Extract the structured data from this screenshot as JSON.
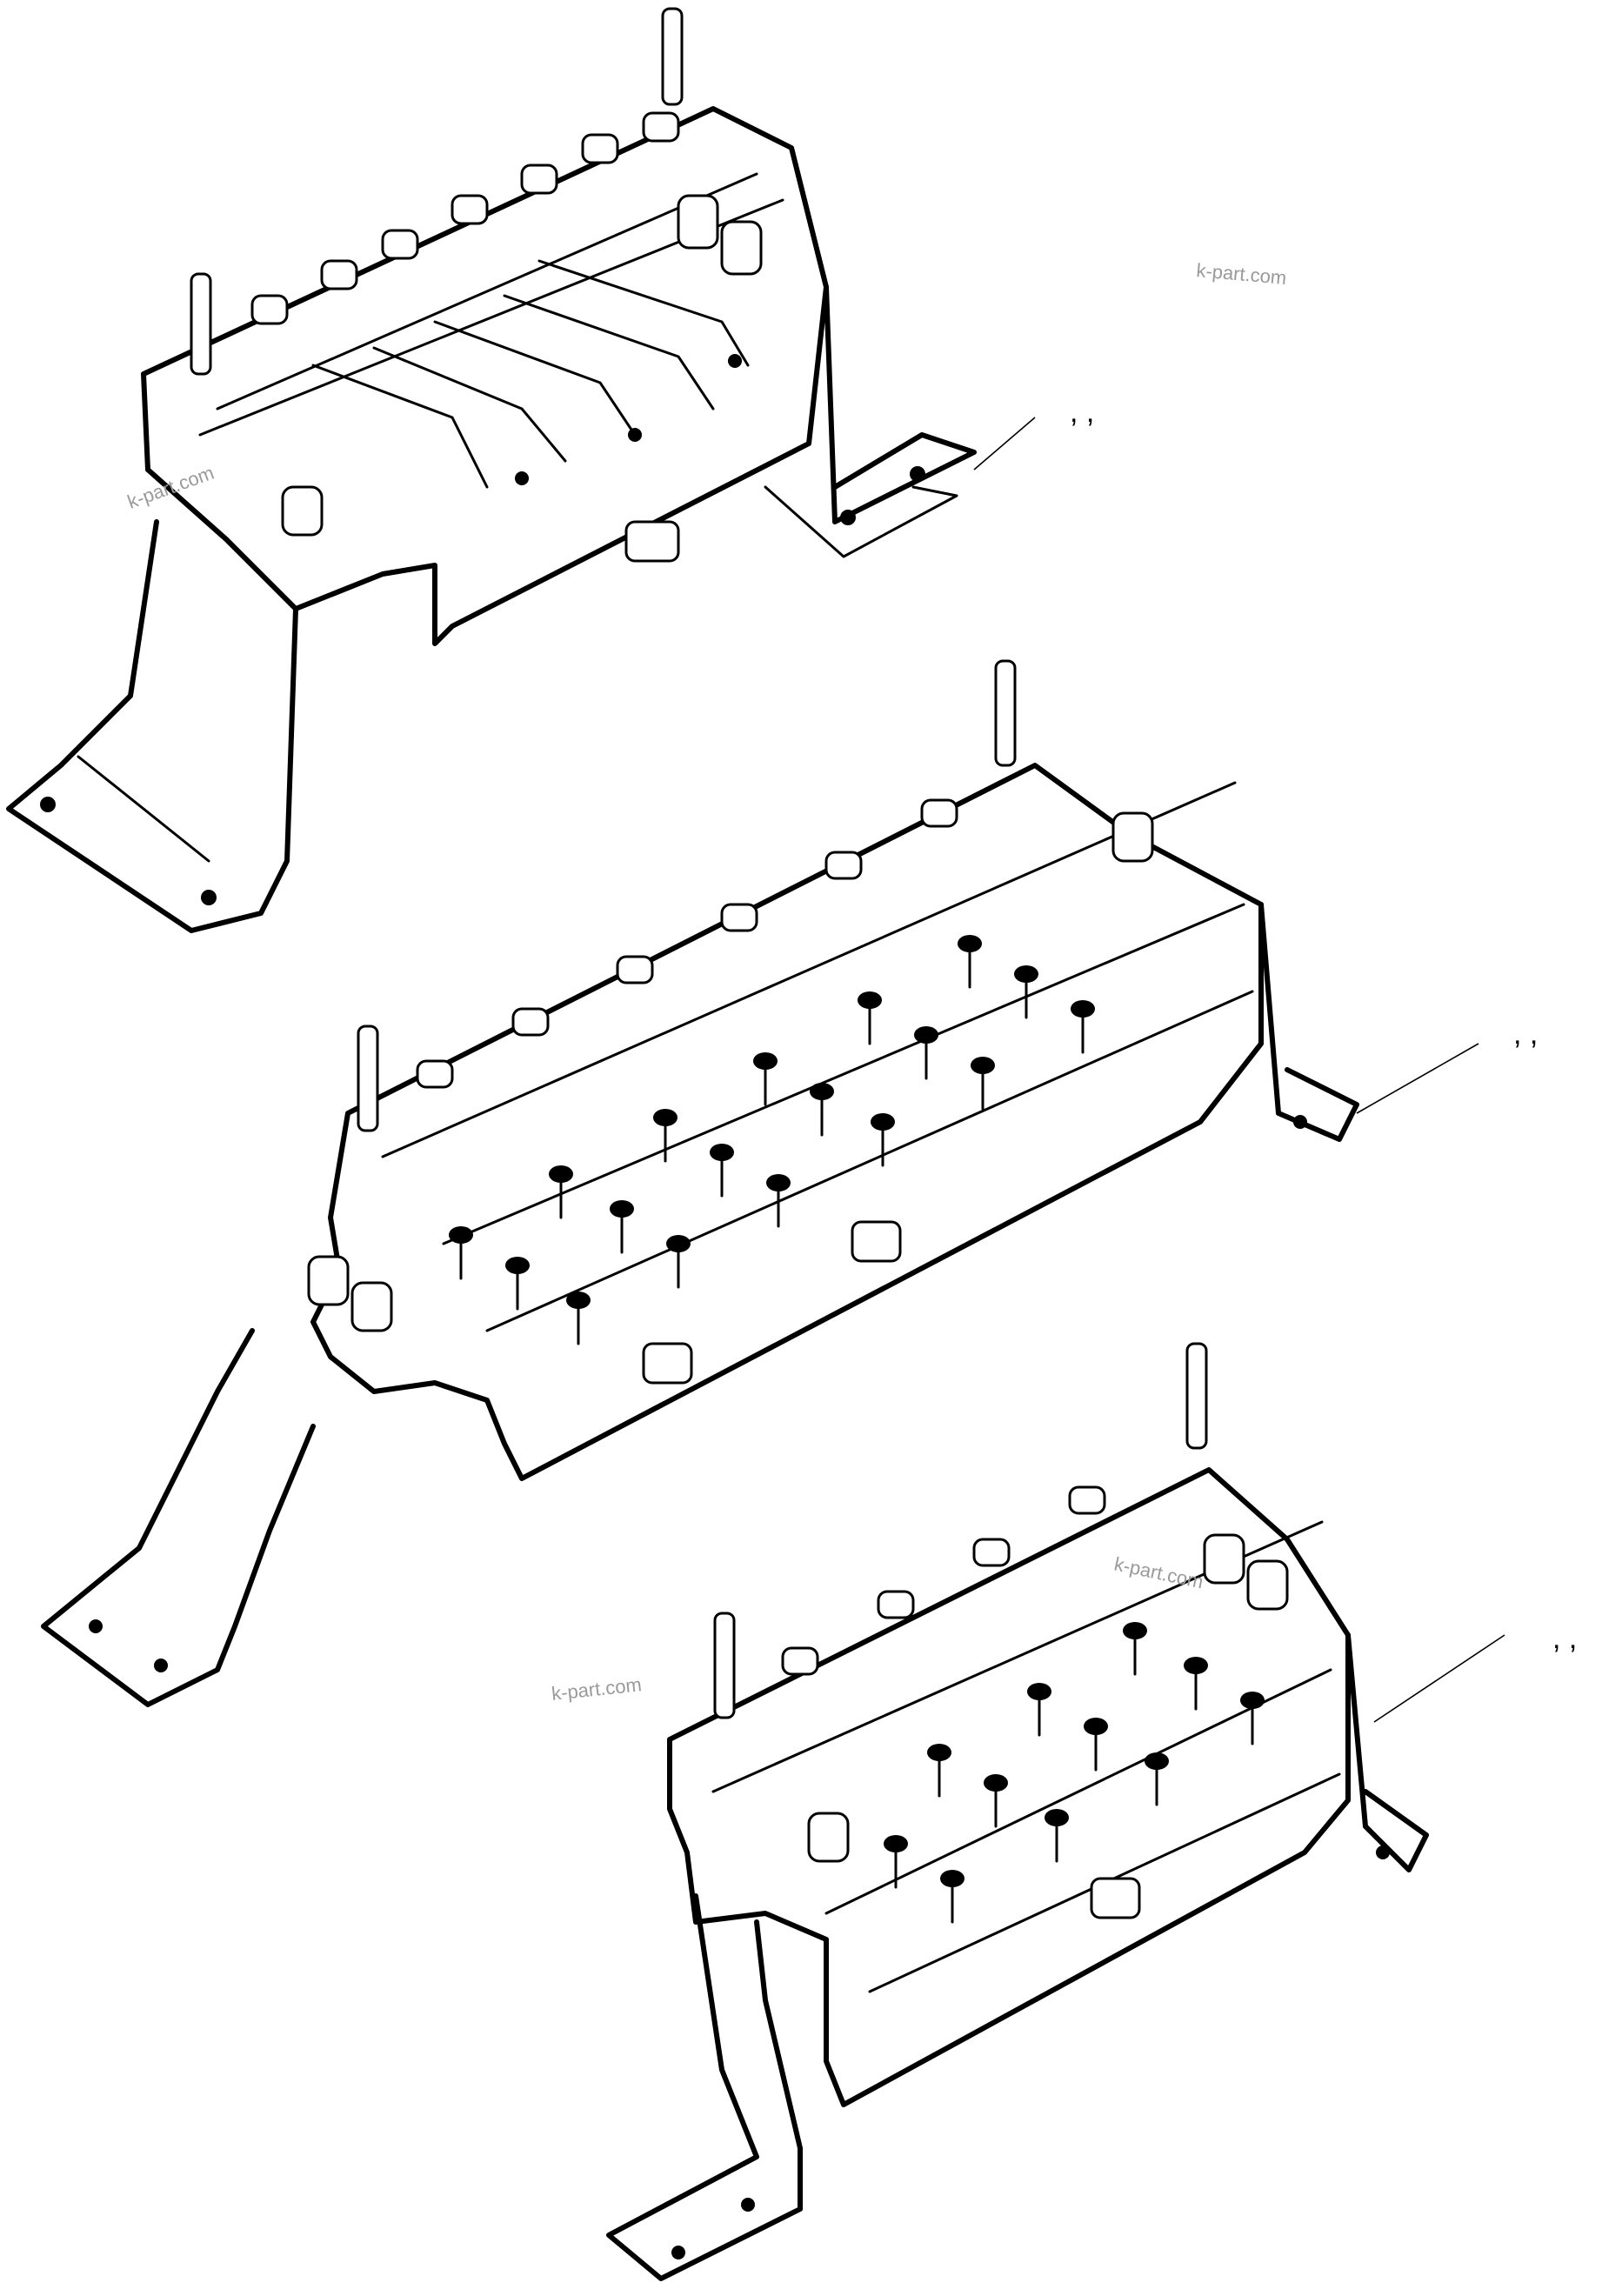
{
  "diagram": {
    "callouts": [
      {
        "id": "callout-1",
        "text": ",  ,"
      },
      {
        "id": "callout-2",
        "text": ",  ,"
      },
      {
        "id": "callout-3",
        "text": ",  ,"
      }
    ],
    "watermarks": [
      "k-part.com",
      "k-part.com",
      "k-part.com",
      "k-part.com"
    ]
  }
}
